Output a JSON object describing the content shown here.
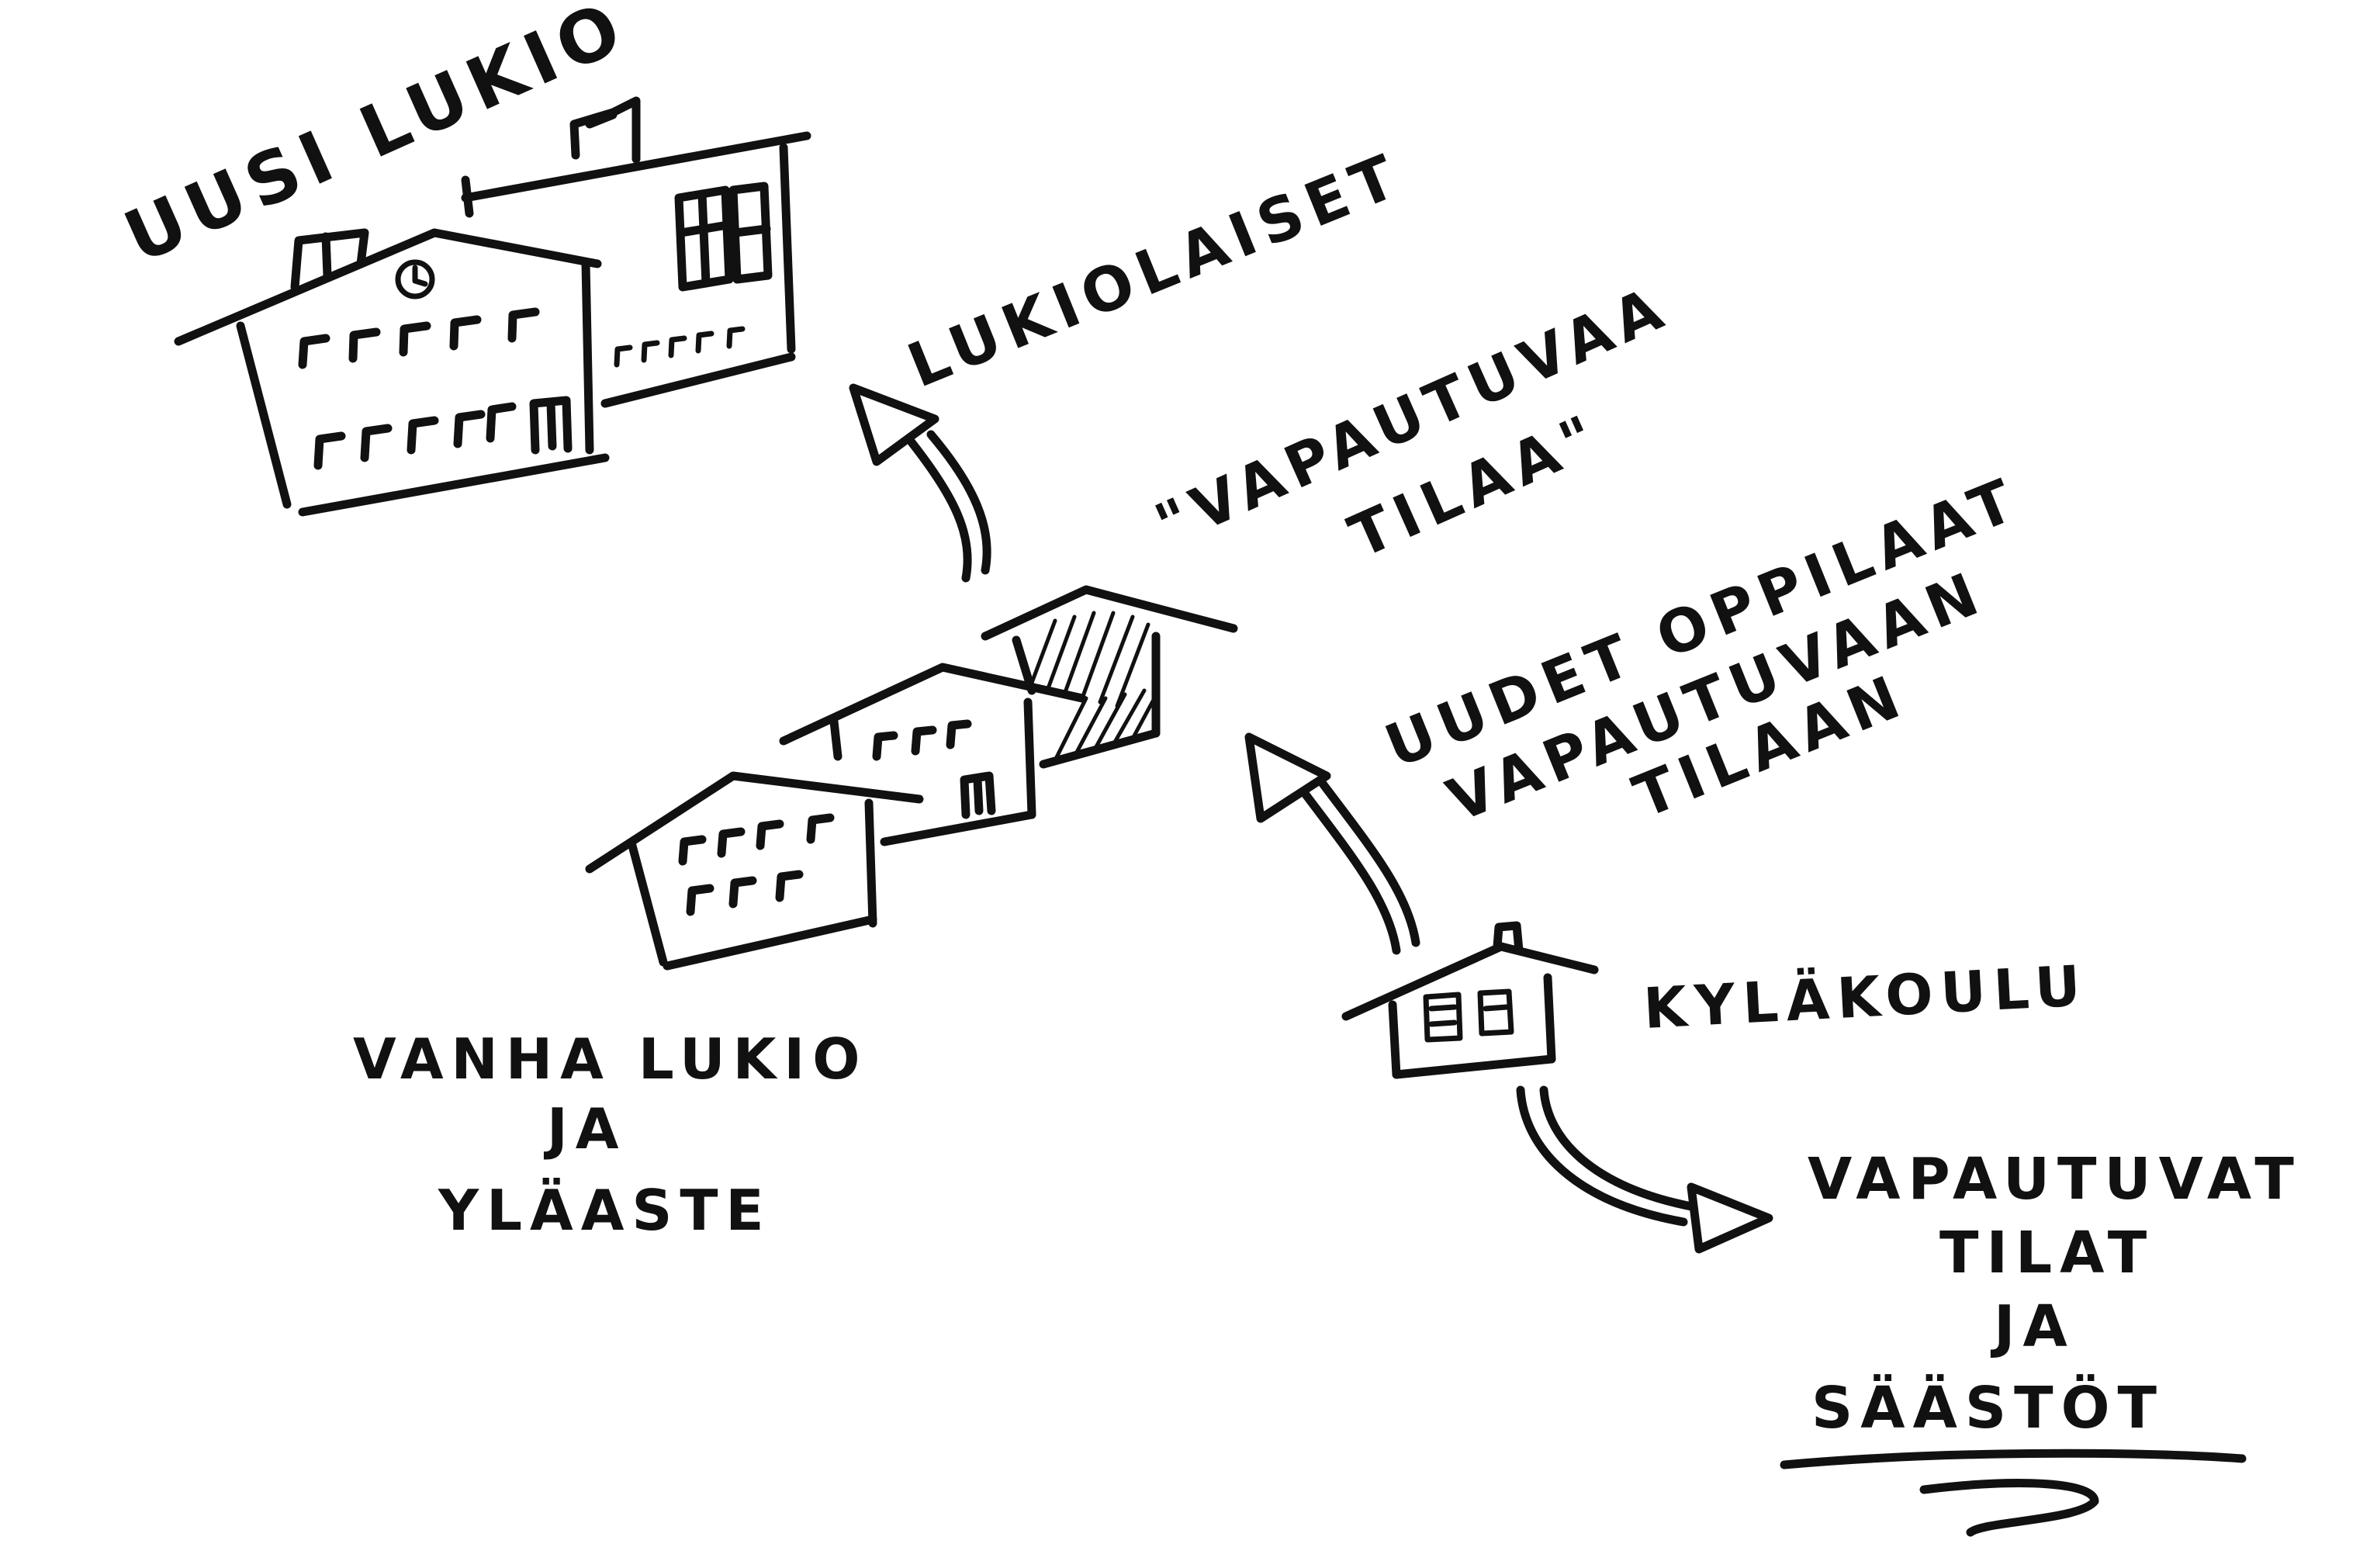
{
  "labels": {
    "uusi_lukio": "UUSI LUKIO",
    "lukiolaiset": "LUKIOLAISET",
    "vapautuvaa_line1": "\"VAPAUTUVAA",
    "vapautuvaa_line2": "TILAA\"",
    "uudet_line1": "UUDET OPPILAAT",
    "uudet_line2": "VAPAUTUVAAN",
    "uudet_line3": "TILAAN",
    "vanha_line1": "VANHA LUKIO",
    "vanha_line2": "JA",
    "vanha_line3": "YLÄASTE",
    "kylakoulu": "KYLÄKOULU",
    "vapautuvat_line1": "VAPAUTUVAT",
    "vapautuvat_line2": "TILAT",
    "vapautuvat_line3": "JA",
    "vapautuvat_line4": "SÄÄSTÖT"
  },
  "colors": {
    "ink": "#111111",
    "paper": "#ffffff"
  }
}
